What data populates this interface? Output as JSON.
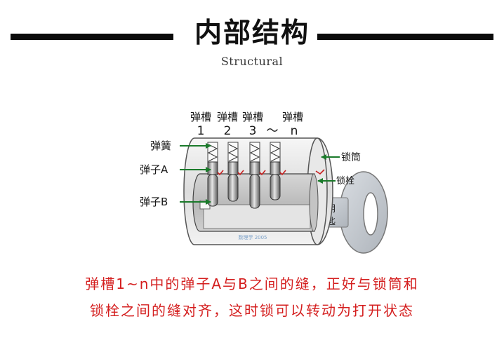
{
  "header": {
    "title": "内部结构",
    "subtitle": "Structural"
  },
  "diagram": {
    "slots": [
      {
        "label": "弹槽",
        "index": "1"
      },
      {
        "label": "弹槽",
        "index": "2"
      },
      {
        "label": "弹槽",
        "index": "3"
      },
      {
        "label": "弹槽",
        "index": "n"
      }
    ],
    "slot_separator": "～",
    "left_labels": {
      "spring": "弹簧",
      "pin_a": "弹子A",
      "pin_b": "弹子B"
    },
    "right_labels": {
      "cylinder": "锁筒",
      "plug": "锁栓",
      "key": [
        "钥",
        "匙"
      ]
    },
    "watermark": "数理学 2005",
    "colors": {
      "arrow": "#1a7a2a",
      "shear_marks": "#c81e1e",
      "caption": "#d41e1e"
    }
  },
  "caption": {
    "line1": "弹槽1~n中的弹子A与B之间的缝，正好与锁筒和",
    "line2": "锁栓之间的缝对齐，这时锁可以转动为打开状态"
  }
}
